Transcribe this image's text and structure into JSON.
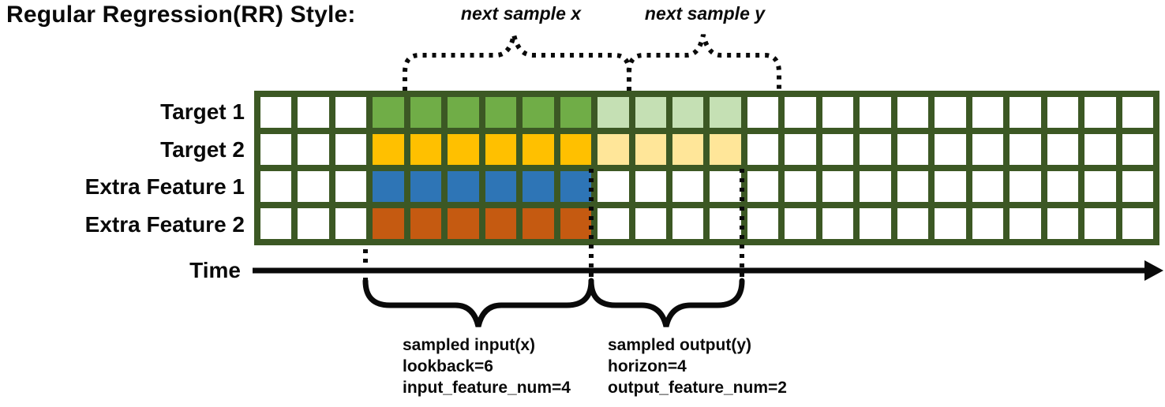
{
  "title": "Regular Regression(RR) Style:",
  "colors": {
    "grid_border": "#3C5824",
    "empty_cell": "#FFFFFF",
    "line_color": "#0A0A0A"
  },
  "grid": {
    "total_columns": 24,
    "lookback_start_column": 4,
    "lookback": 6,
    "horizon": 4,
    "rows": [
      {
        "label": "Target 1",
        "lookback_color": "#70AD47",
        "horizon_color": "#C5E0B4"
      },
      {
        "label": "Target 2",
        "lookback_color": "#FFC000",
        "horizon_color": "#FFE699"
      },
      {
        "label": "Extra Feature 1",
        "lookback_color": "#2E75B6",
        "horizon_color": null
      },
      {
        "label": "Extra Feature 2",
        "lookback_color": "#C55A11",
        "horizon_color": null
      }
    ]
  },
  "annotations": {
    "next_sample_x": "next sample x",
    "next_sample_y": "next sample y",
    "time_label": "Time",
    "sampled_input": [
      "sampled input(x)",
      "lookback=6",
      "input_feature_num=4"
    ],
    "sampled_output": [
      "sampled output(y)",
      "horizon=4",
      "output_feature_num=2"
    ]
  }
}
